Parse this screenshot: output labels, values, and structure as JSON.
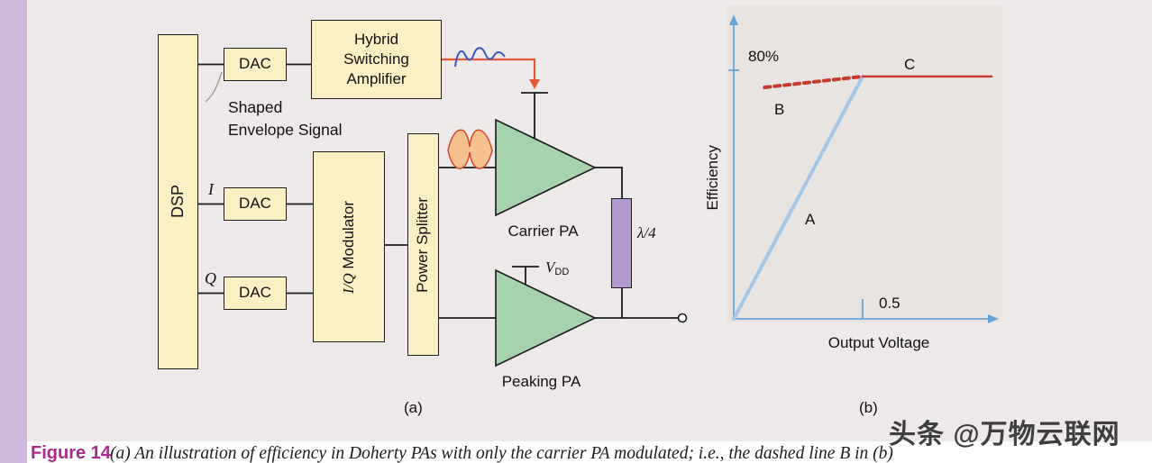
{
  "colors": {
    "accent_strip": "#cdb9dd",
    "block_fill": "#fbf0c4",
    "pa_fill": "#a6d3ae",
    "lambda_fill": "#b29ad1",
    "red_supply_line": "#e4573a",
    "plot_red": "#c93a2c",
    "plot_blue_line": "#a8c7e6",
    "axis_blue": "#6aa3d8",
    "signal_blue": "#3c55c5",
    "envelope_fill": "#f4c18f",
    "figure_label_color": "#aa2a8e"
  },
  "diagram": {
    "dsp_label": "DSP",
    "dac_top_label": "DAC",
    "dac_i_label": "DAC",
    "dac_q_label": "DAC",
    "hybrid_amp_label": "Hybrid Switching Amplifier",
    "shaped_envelope_line1": "Shaped",
    "shaped_envelope_line2": "Envelope Signal",
    "i_label": "I",
    "q_label": "Q",
    "iq_modulator_prefix": "I/Q",
    "iq_modulator_suffix": " Modulator",
    "power_splitter_label": "Power Splitter",
    "carrier_pa_label": "Carrier PA",
    "peaking_pa_label": "Peaking PA",
    "lambda_label": "λ/4",
    "vdd_main": "V",
    "vdd_sub": "DD",
    "panel_a_label": "(a)"
  },
  "plot": {
    "panel_b_label": "(b)",
    "ylabel": "Efficiency",
    "xlabel": "Output Voltage",
    "y_tick_label": "80%",
    "x_tick_label": "0.5",
    "label_a": "A",
    "label_b": "B",
    "label_c": "C"
  },
  "chart_data": {
    "type": "line",
    "title": "",
    "xlabel": "Output Voltage",
    "ylabel": "Efficiency",
    "xlim": [
      0,
      1
    ],
    "ylim": [
      0,
      100
    ],
    "x_ticks": [
      {
        "value": 0.5,
        "label": "0.5"
      }
    ],
    "y_ticks": [
      {
        "value": 80,
        "label": "80%"
      }
    ],
    "grid": false,
    "series": [
      {
        "name": "A",
        "color": "#a8c7e6",
        "style": "solid",
        "points": [
          [
            0,
            0
          ],
          [
            0.5,
            78
          ]
        ]
      },
      {
        "name": "B",
        "color": "#c93a2c",
        "style": "dashed",
        "points": [
          [
            0.12,
            74.5
          ],
          [
            0.5,
            78
          ]
        ]
      },
      {
        "name": "C",
        "color": "#c93a2c",
        "style": "solid",
        "points": [
          [
            0.5,
            78
          ],
          [
            1.0,
            78
          ]
        ]
      }
    ]
  },
  "caption": {
    "figure_label": "Figure 14",
    "text": "(a) An illustration of efficiency in Doherty PAs with only the carrier PA modulated; i.e., the dashed line B in (b)"
  },
  "watermark": "头条 @万物云联网"
}
